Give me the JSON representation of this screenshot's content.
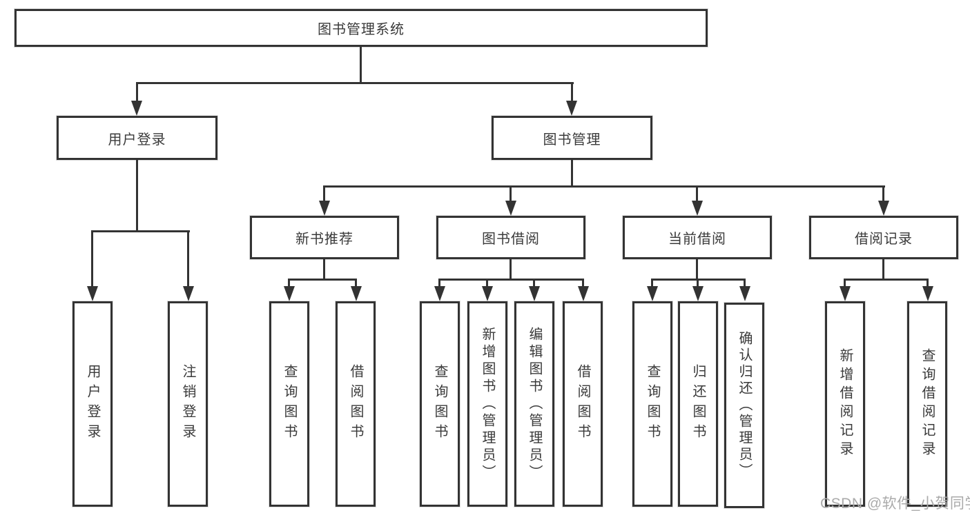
{
  "colors": {
    "line": "#333333",
    "box_border": "#333333",
    "text": "#3a3a3a",
    "watermark": "#aaaaaa",
    "background": "#ffffff"
  },
  "watermark": {
    "text": "CSDN @软件_小贺同学"
  },
  "tree": {
    "label": "图书管理系统",
    "children": [
      {
        "label": "用户登录",
        "children": [
          {
            "label": "用户登录"
          },
          {
            "label": "注销登录"
          }
        ]
      },
      {
        "label": "图书管理",
        "children": [
          {
            "label": "新书推荐",
            "children": [
              {
                "label": "查询图书"
              },
              {
                "label": "借阅图书"
              }
            ]
          },
          {
            "label": "图书借阅",
            "children": [
              {
                "label": "查询图书"
              },
              {
                "label": "新增图书（管理员）"
              },
              {
                "label": "编辑图书（管理员）"
              },
              {
                "label": "借阅图书"
              }
            ]
          },
          {
            "label": "当前借阅",
            "children": [
              {
                "label": "查询图书"
              },
              {
                "label": "归还图书"
              },
              {
                "label": "确认归还（管理员）"
              }
            ]
          },
          {
            "label": "借阅记录",
            "children": [
              {
                "label": "新增借阅记录"
              },
              {
                "label": "查询借阅记录"
              }
            ]
          }
        ]
      }
    ]
  }
}
